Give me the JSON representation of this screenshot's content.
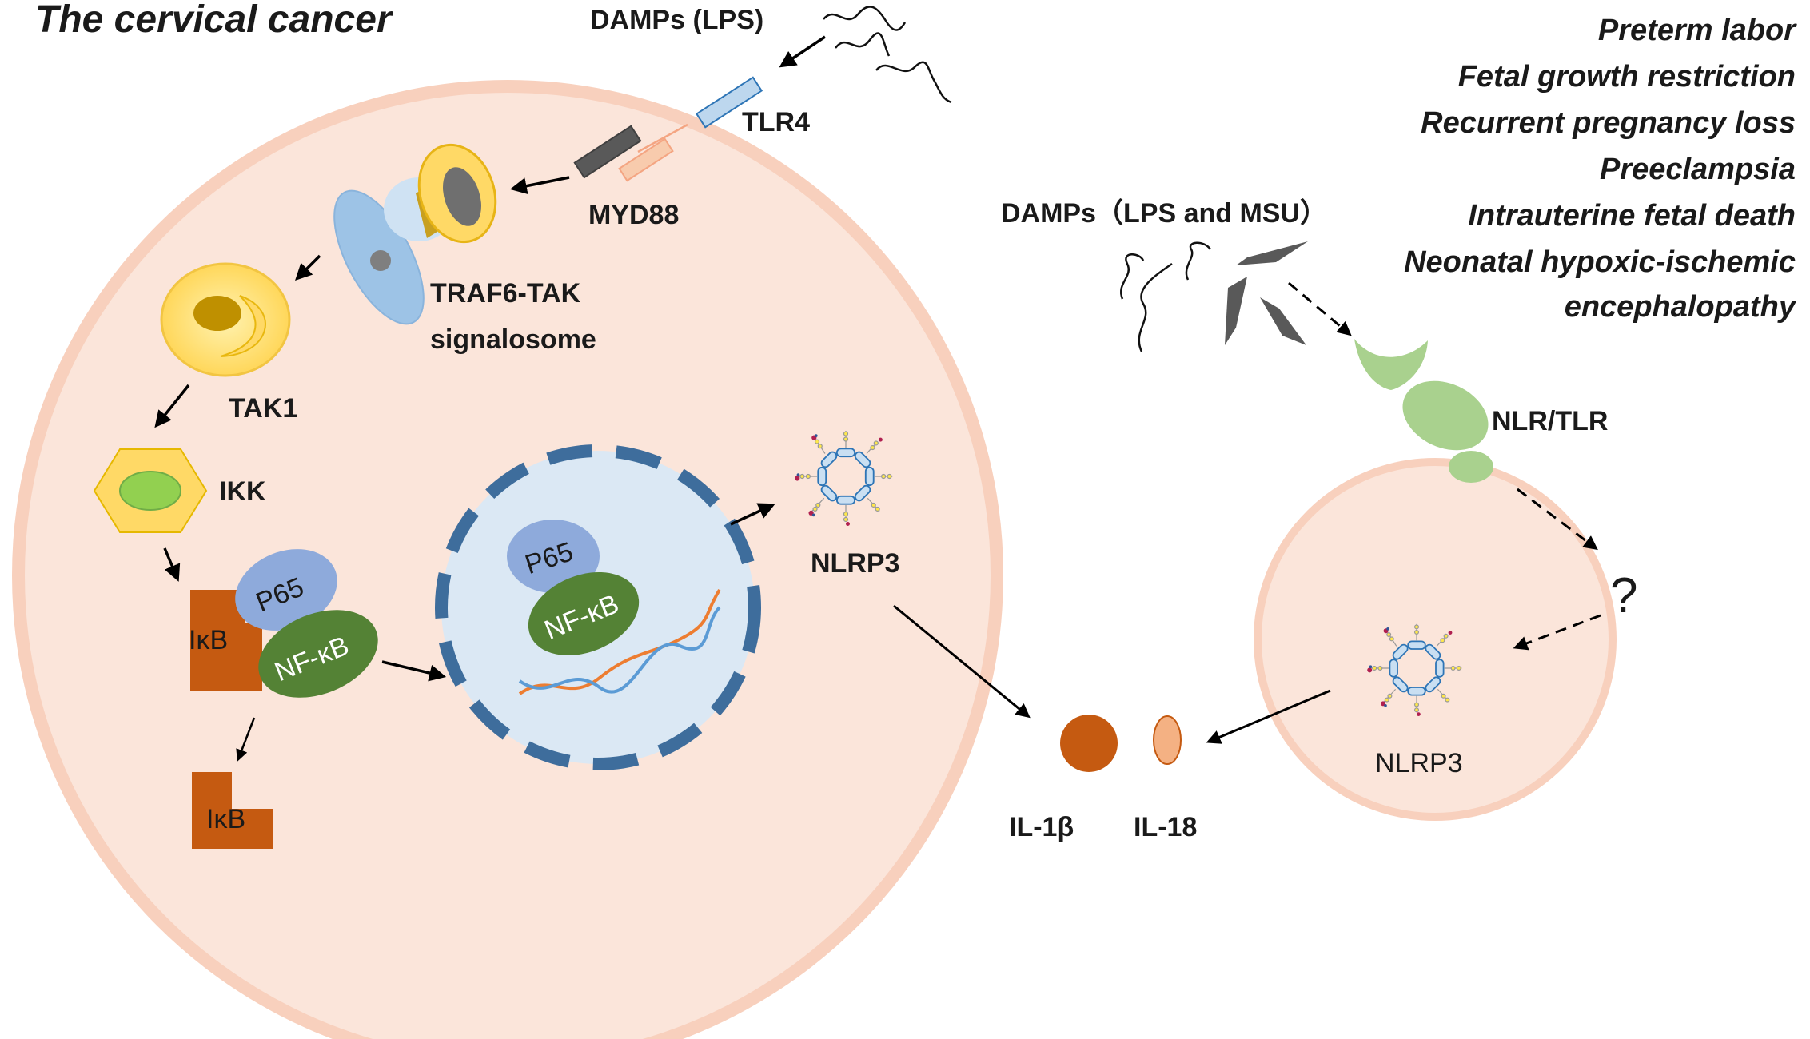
{
  "title": "The cervical cancer",
  "damps_left": "DAMPs (LPS)",
  "damps_right": "DAMPs（LPS and MSU）",
  "outcomes": [
    "Preterm labor",
    "Fetal growth restriction",
    "Recurrent pregnancy loss",
    "Preeclampsia",
    "Intrauterine fetal death",
    "Neonatal hypoxic-ischemic",
    "encephalopathy"
  ],
  "nodes": {
    "tlr4": "TLR4",
    "myd88": "MYD88",
    "traf6_line1": "TRAF6-TAK",
    "traf6_line2": "signalosome",
    "tak1": "TAK1",
    "ikk": "IKK",
    "p65": "P65",
    "nfkb": "NF-κB",
    "ikb": "IκB",
    "nlrp3": "NLRP3",
    "nlr_tlr": "NLR/TLR",
    "question": "?",
    "il1b": "IL-1β",
    "il18": "IL-18"
  },
  "colors": {
    "cell_fill": "#fbe5da",
    "cell_border": "#f8d0bd",
    "nucleus_fill": "#dbe8f4",
    "nucleus_border": "#3e6d9c",
    "ikb": "#c55a11",
    "p65": "#8eaadb",
    "nfkb": "#548235",
    "ikk_hex": "#ffd966",
    "ikk_core": "#92d050",
    "receptor": "#a9d18e",
    "il1b": "#c55a11",
    "il18": "#f4b183"
  }
}
